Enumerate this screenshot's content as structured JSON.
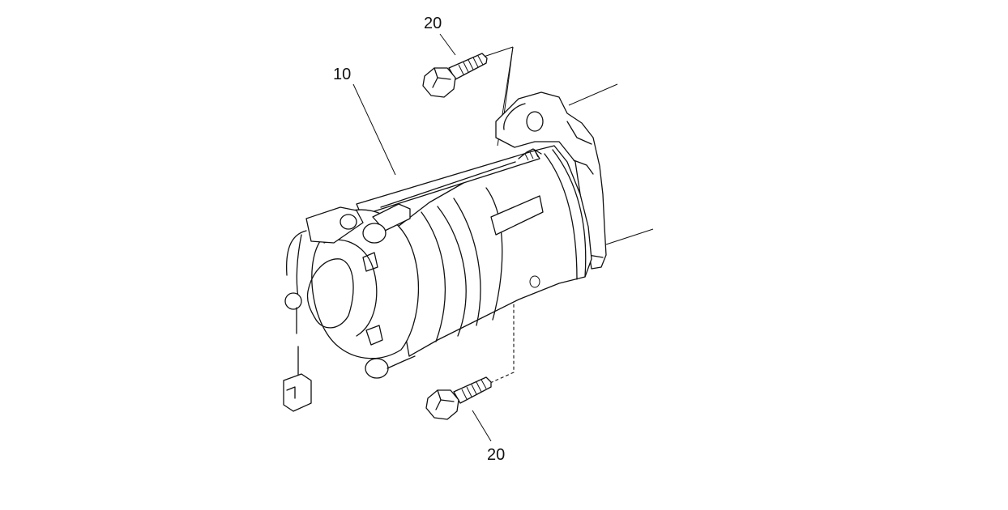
{
  "callouts": {
    "starter_motor": "10",
    "bolt_upper": "20",
    "bolt_lower": "20"
  }
}
